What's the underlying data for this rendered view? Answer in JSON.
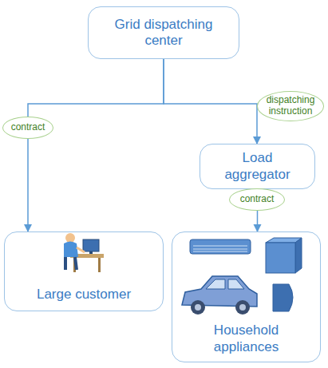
{
  "diagram": {
    "nodes": [
      {
        "text": [
          "Grid dispatching center"
        ]
      },
      {
        "text": [
          "Load aggregator"
        ]
      },
      {
        "text": [
          "Large customer"
        ]
      },
      {
        "text": [
          "Household appliances"
        ]
      }
    ],
    "edges": [
      {
        "from": 0,
        "to": 2,
        "label": "contract",
        "arrow": "to"
      },
      {
        "from": 0,
        "to": 1,
        "label": "dispatching instruction",
        "arrow": "to"
      },
      {
        "from": 1,
        "to": 3,
        "label": "contract",
        "arrow": "to"
      }
    ]
  }
}
